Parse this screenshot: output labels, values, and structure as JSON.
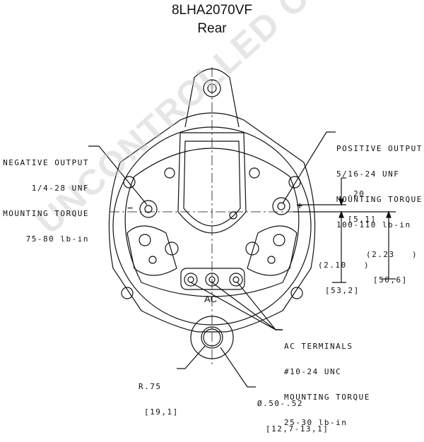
{
  "title": {
    "model": "8LHA2070VF",
    "view": "Rear"
  },
  "watermark": "UNCONTROLLED COPY",
  "callouts": {
    "negative_output": [
      "NEGATIVE OUTPUT",
      "1/4-28 UNF",
      "MOUNTING TORQUE",
      "75-80 lb-in"
    ],
    "positive_output": [
      "POSITIVE OUTPUT",
      "5/16-24 UNF",
      "MOUNTING TORQUE",
      "100-110 lb-in"
    ],
    "ac_terminals": [
      "AC TERMINALS",
      "#10-24 UNC",
      "MOUNTING TORQUE",
      "25-30 lb-in"
    ],
    "ac_label": "AC",
    "minus_sign": "−",
    "plus_sign": "+"
  },
  "dimensions": {
    "offset": [
      ".20",
      "[5,1]"
    ],
    "height_a": [
      "(2.10   )",
      "[53,2]"
    ],
    "height_b": [
      "(2.23   )",
      "[56,6]"
    ],
    "radius": [
      "R.75",
      "[19,1]"
    ],
    "diameter": [
      "Ø.50-.52",
      "[12,7-13,1]"
    ]
  }
}
